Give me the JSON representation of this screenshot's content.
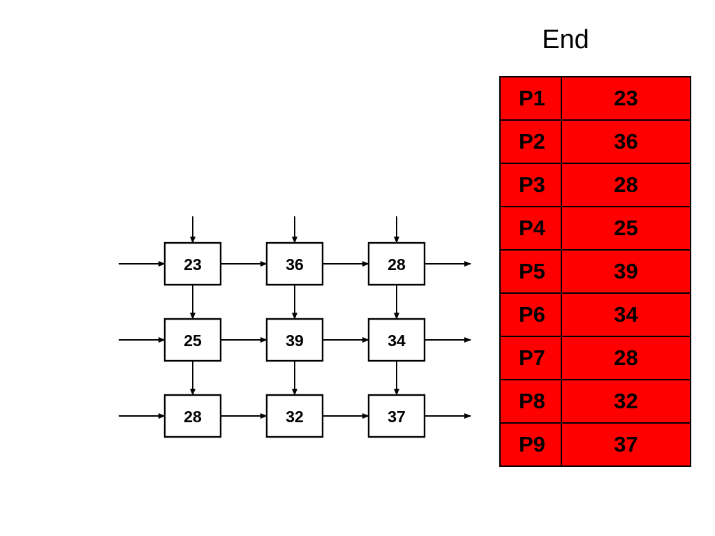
{
  "title": "End",
  "grid": [
    [
      "23",
      "36",
      "28"
    ],
    [
      "25",
      "39",
      "34"
    ],
    [
      "28",
      "32",
      "37"
    ]
  ],
  "table": [
    {
      "name": "P1",
      "value": "23"
    },
    {
      "name": "P2",
      "value": "36"
    },
    {
      "name": "P3",
      "value": "28"
    },
    {
      "name": "P4",
      "value": "25"
    },
    {
      "name": "P5",
      "value": "39"
    },
    {
      "name": "P6",
      "value": "34"
    },
    {
      "name": "P7",
      "value": "28"
    },
    {
      "name": "P8",
      "value": "32"
    },
    {
      "name": "P9",
      "value": "37"
    }
  ],
  "colors": {
    "table_fill": "#ff0000",
    "border": "#000000"
  }
}
